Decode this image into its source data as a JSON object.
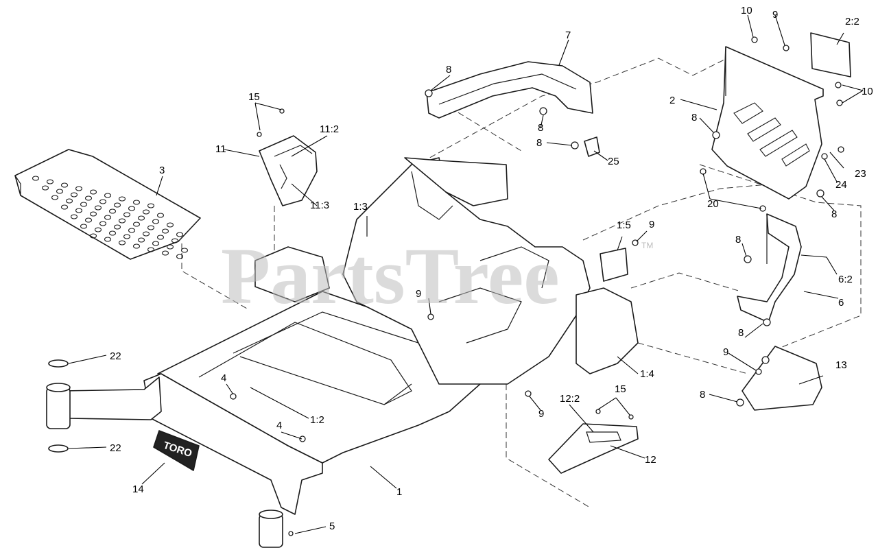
{
  "watermark": {
    "text": "PartsTree",
    "trademark": "TM"
  },
  "logo_plate_text": "TORO",
  "callouts": [
    "1",
    "1:2",
    "1:3",
    "1:4",
    "1:5",
    "2",
    "2:2",
    "3",
    "4",
    "4",
    "5",
    "6",
    "6:2",
    "7",
    "8",
    "8",
    "8",
    "8",
    "8",
    "8",
    "8",
    "8",
    "9",
    "9",
    "9",
    "9",
    "9",
    "10",
    "10",
    "11",
    "11:2",
    "11:3",
    "12",
    "12:2",
    "13",
    "14",
    "15",
    "15",
    "20",
    "22",
    "22",
    "23",
    "24",
    "25"
  ]
}
